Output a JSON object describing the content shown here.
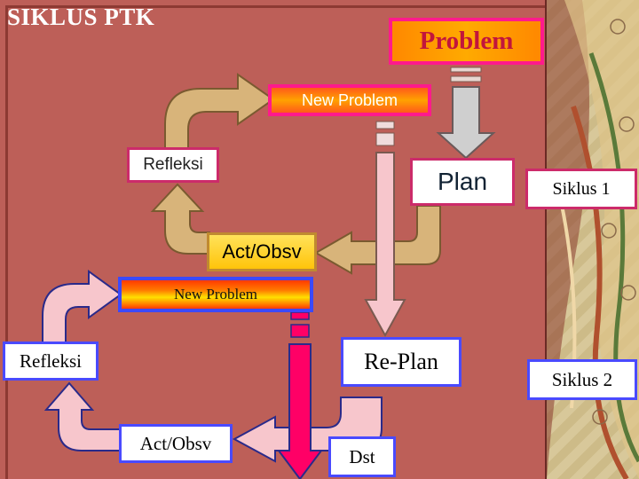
{
  "diagram": {
    "title": "SIKLUS PTK",
    "problem_label": "Problem",
    "cycle1": {
      "new_problem_label": "New Problem",
      "refleksi_label": "Refleksi",
      "plan_label": "Plan",
      "act_obsv_label": "Act/Obsv",
      "siklus_label": "Siklus 1"
    },
    "cycle2": {
      "new_problem_label": "New Problem",
      "refleksi_label": "Refleksi",
      "replan_label": "Re-Plan",
      "act_obsv_label": "Act/Obsv",
      "dst_label": "Dst",
      "siklus_label": "Siklus 2"
    },
    "colors": {
      "background": "#bd5f58",
      "cycle1_arrow": "#d8b47a",
      "cycle1_plan_arrow": "#c8c8c8",
      "cycle2_arrow": "#f7c6cc",
      "cycle2_accent": "#ff0066",
      "cycle1_border": "#ff1a8c",
      "cycle2_border": "#3b49ff"
    }
  }
}
